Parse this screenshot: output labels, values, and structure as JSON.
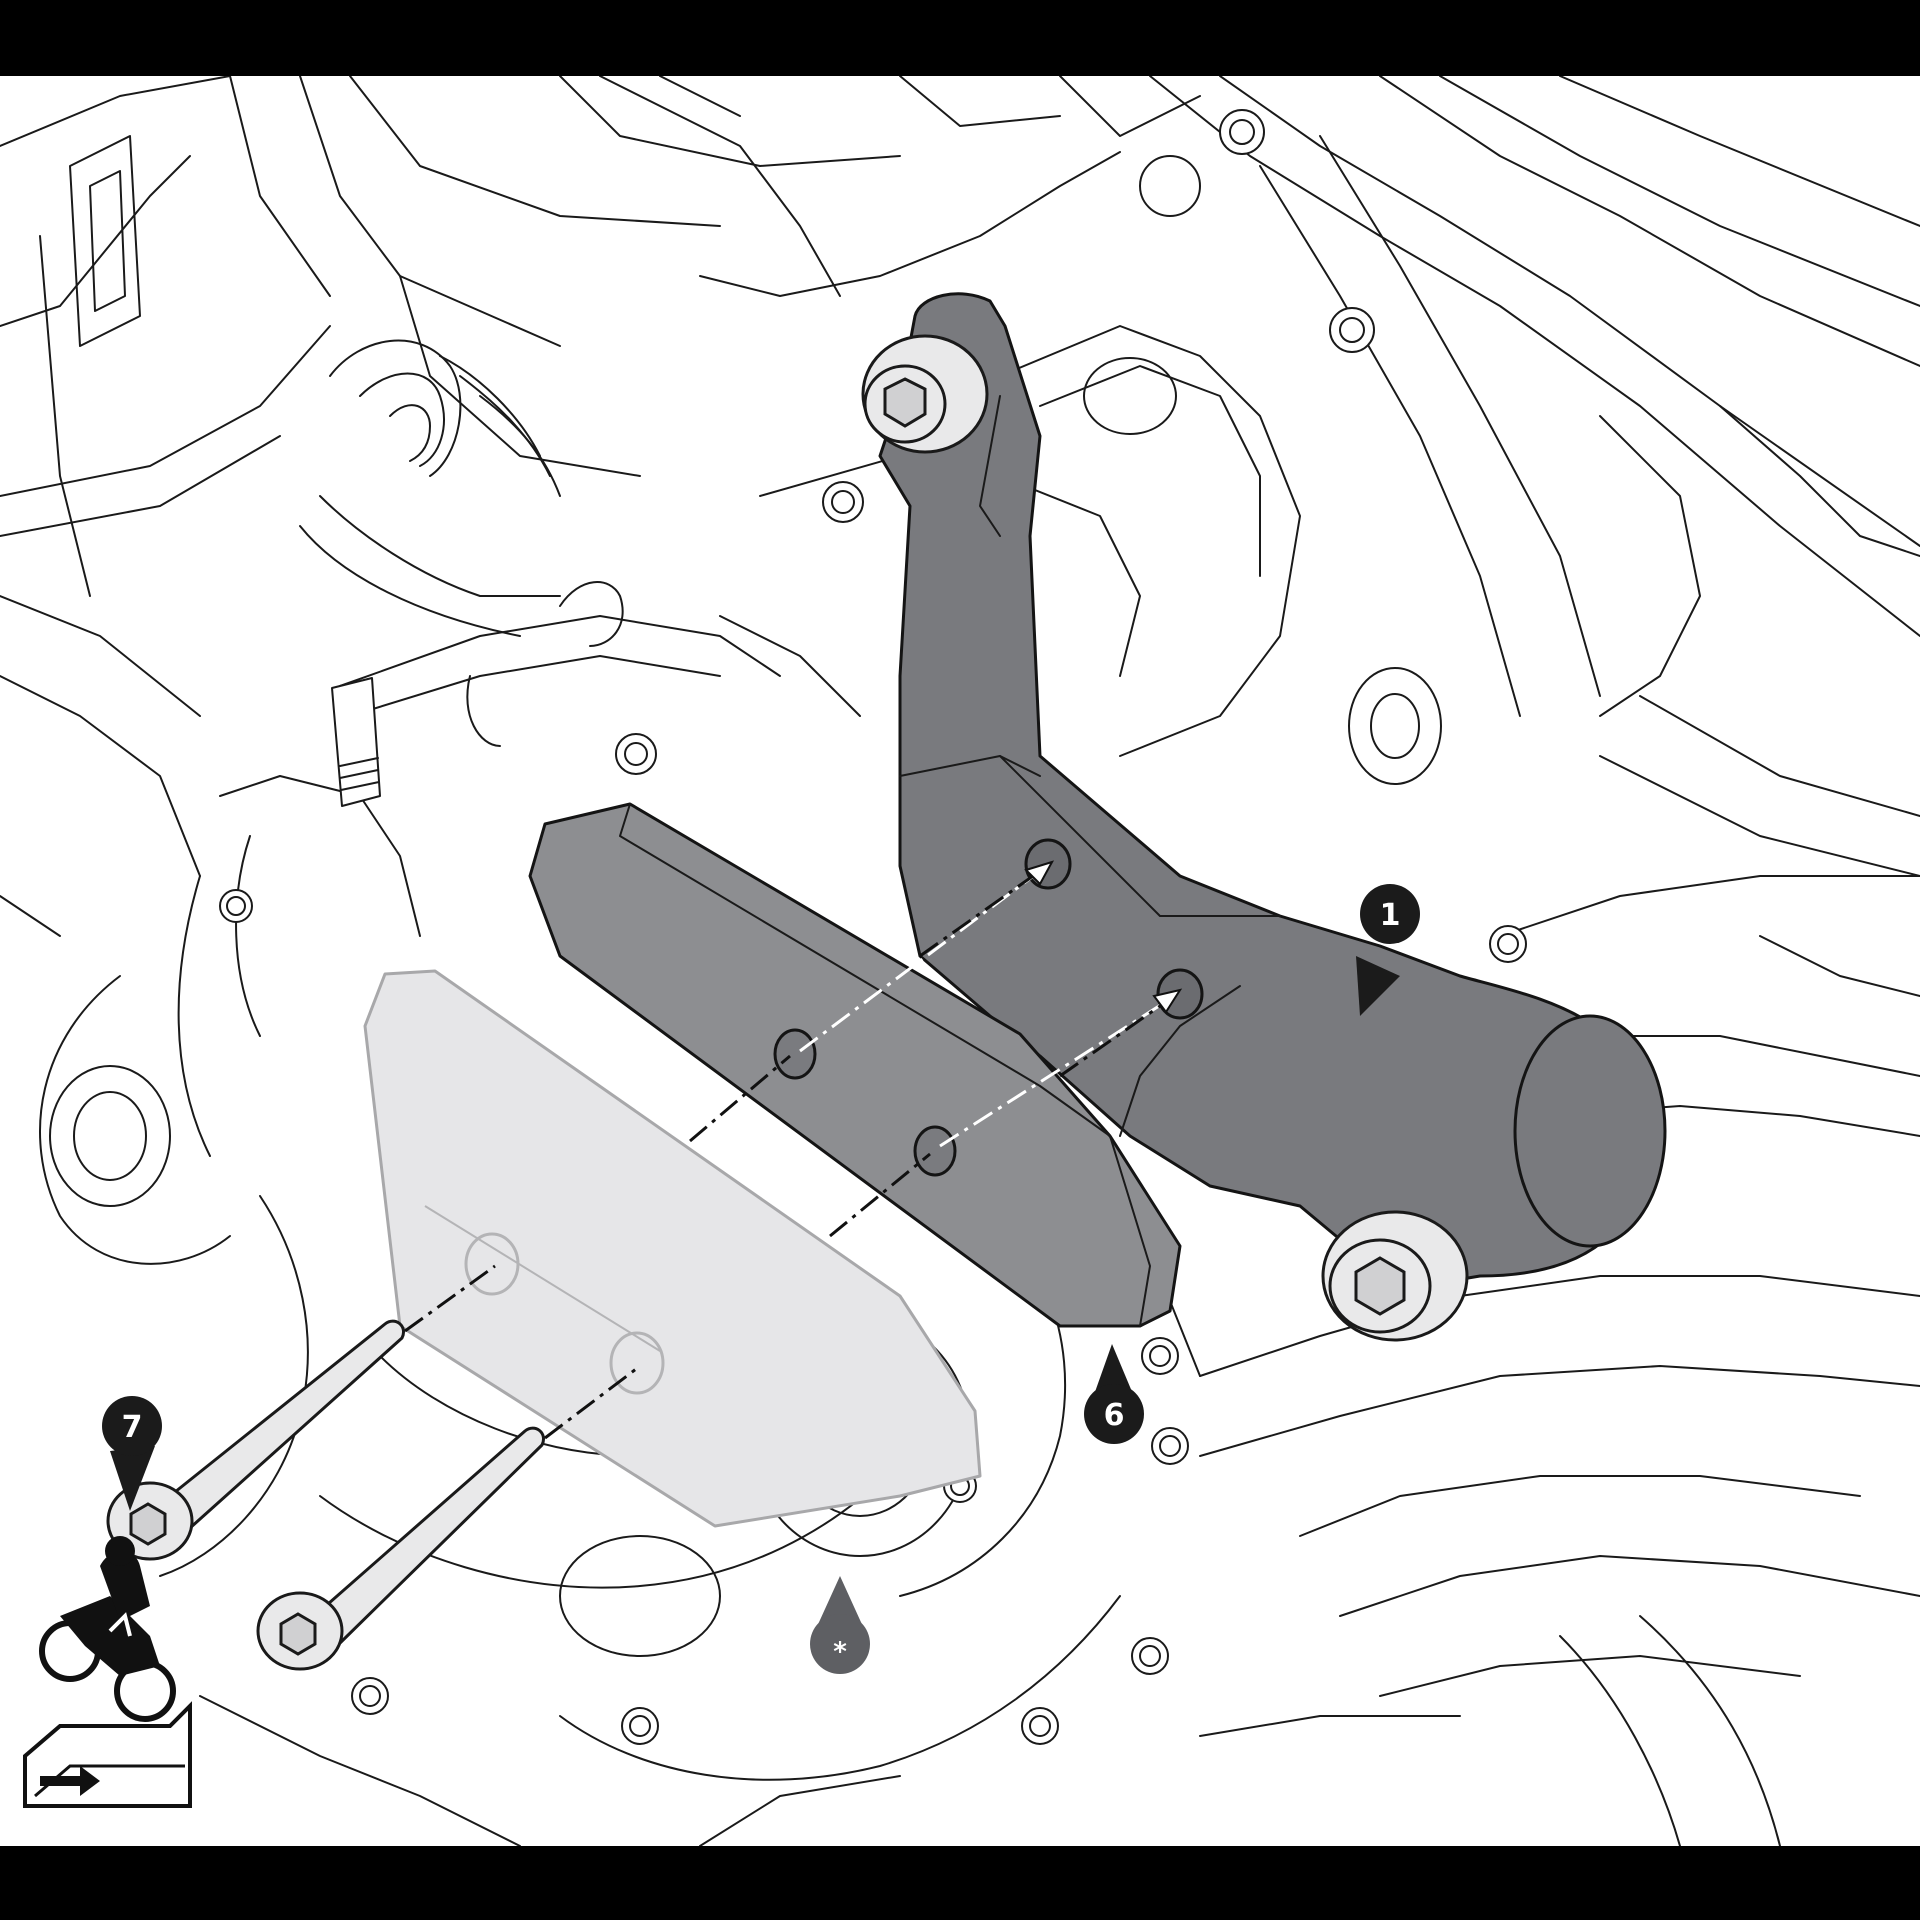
{
  "callouts": [
    {
      "id": "part-1",
      "label": "1"
    },
    {
      "id": "part-6",
      "label": "6"
    },
    {
      "id": "part-7",
      "label": "7"
    },
    {
      "id": "part-star",
      "label": "*"
    }
  ],
  "colors": {
    "bracket": "#797a7e",
    "slider_block": "#8d8e91",
    "cover_plate": "#e6e6e8",
    "callout": "#1b1b1b",
    "callout_star": "#5e5f63",
    "frame": "#000000"
  },
  "icons": {
    "orientation": "motorcycle-side-view-arrow-icon"
  }
}
